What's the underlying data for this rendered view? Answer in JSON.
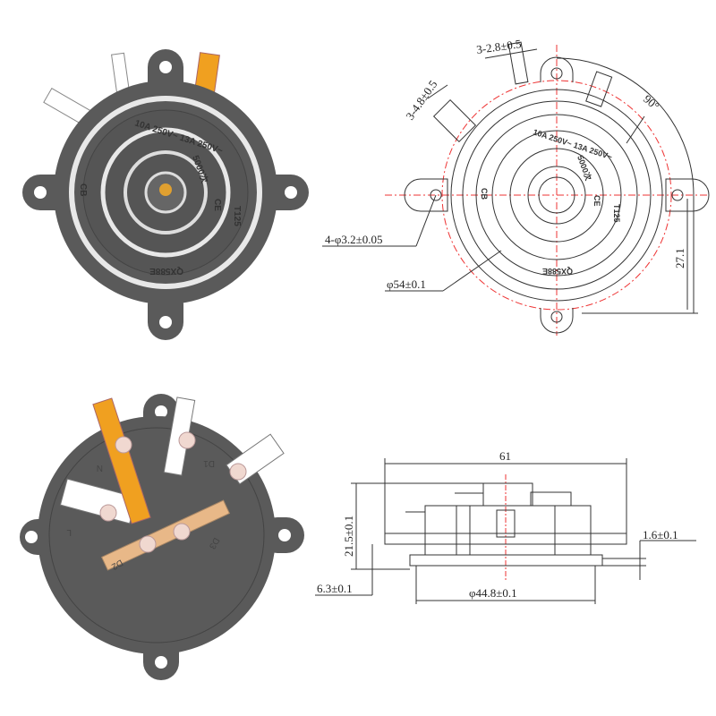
{
  "colors": {
    "body": "#5a5a5a",
    "ring": "#e8e8e8",
    "terminal_accent": "#f0a020",
    "bridge": "#e8b888",
    "centerline": "#ee3333"
  },
  "top_view": {
    "markings": {
      "rating": "10A 250V~ 13A 250V~",
      "cycles": "5000次",
      "cb": "CB",
      "ce": "CE",
      "temp": "T125",
      "model": "QX588E"
    }
  },
  "drawing": {
    "terminal_small": "3-2.8±0.5",
    "terminal_large": "3-4.8±0.5",
    "angle": "90°",
    "holes": "4-φ3.2±0.05",
    "diameter": "φ54±0.1",
    "offset": "27.1",
    "markings": {
      "rating": "10A 250V~ 13A 250V~",
      "cycles": "5000次",
      "cb": "CB",
      "ce": "CE",
      "temp": "T125",
      "model": "QX588E"
    }
  },
  "bottom_view": {
    "labels": {
      "n": "N",
      "l": "L",
      "d1": "D1",
      "d2": "D2",
      "d3": "D3"
    }
  },
  "side_view": {
    "width": "61",
    "height": "21.5±0.1",
    "flange": "1.6±0.1",
    "base": "6.3±0.1",
    "base_diameter": "φ44.8±0.1"
  }
}
